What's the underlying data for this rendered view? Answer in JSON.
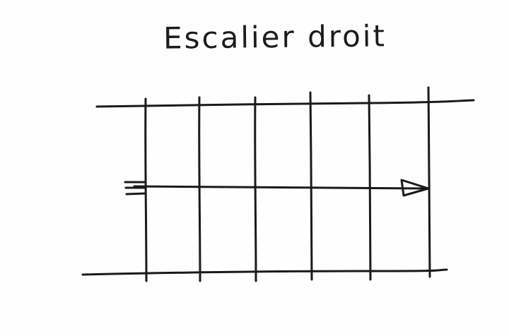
{
  "title": "Escalier droit",
  "colors": {
    "ink": "#1a1a1a",
    "paper": "#fefefe"
  },
  "diagram": {
    "type": "straight-stair-plan",
    "steps": 5,
    "risers": 6,
    "direction_arrow": "left-to-right",
    "start_mark": "triple-line-start-marker"
  }
}
